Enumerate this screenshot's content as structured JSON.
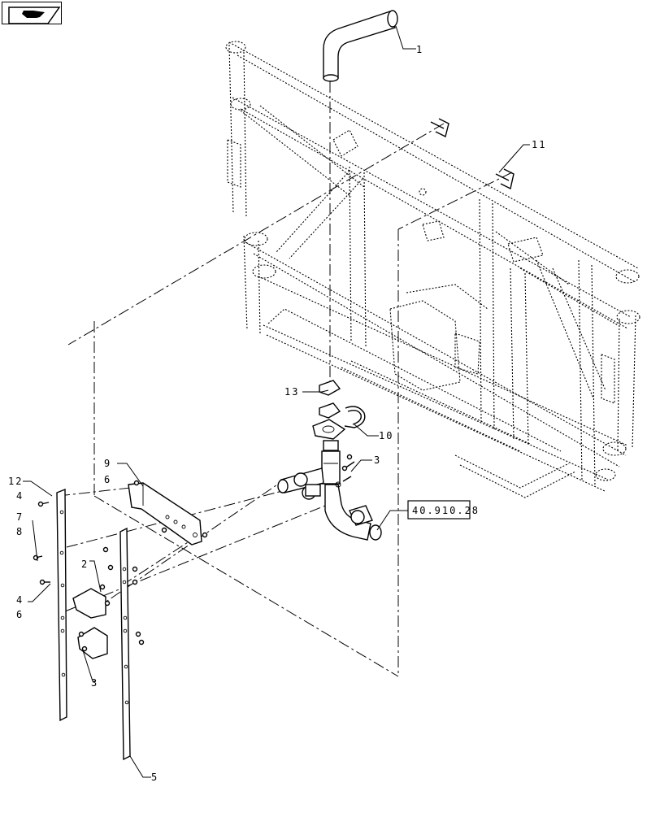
{
  "navigation": {
    "icon": "book-page-icon"
  },
  "callouts": {
    "c1": "1",
    "c2": "2",
    "c3a": "3",
    "c3b": "3",
    "c4a": "4",
    "c4b": "4",
    "c5": "5",
    "c6a": "6",
    "c6b": "6",
    "c7": "7",
    "c8": "8",
    "c9": "9",
    "c10": "10",
    "c11": "11",
    "c12": "12",
    "c13": "13"
  },
  "reference": {
    "label": "40.910.28"
  }
}
